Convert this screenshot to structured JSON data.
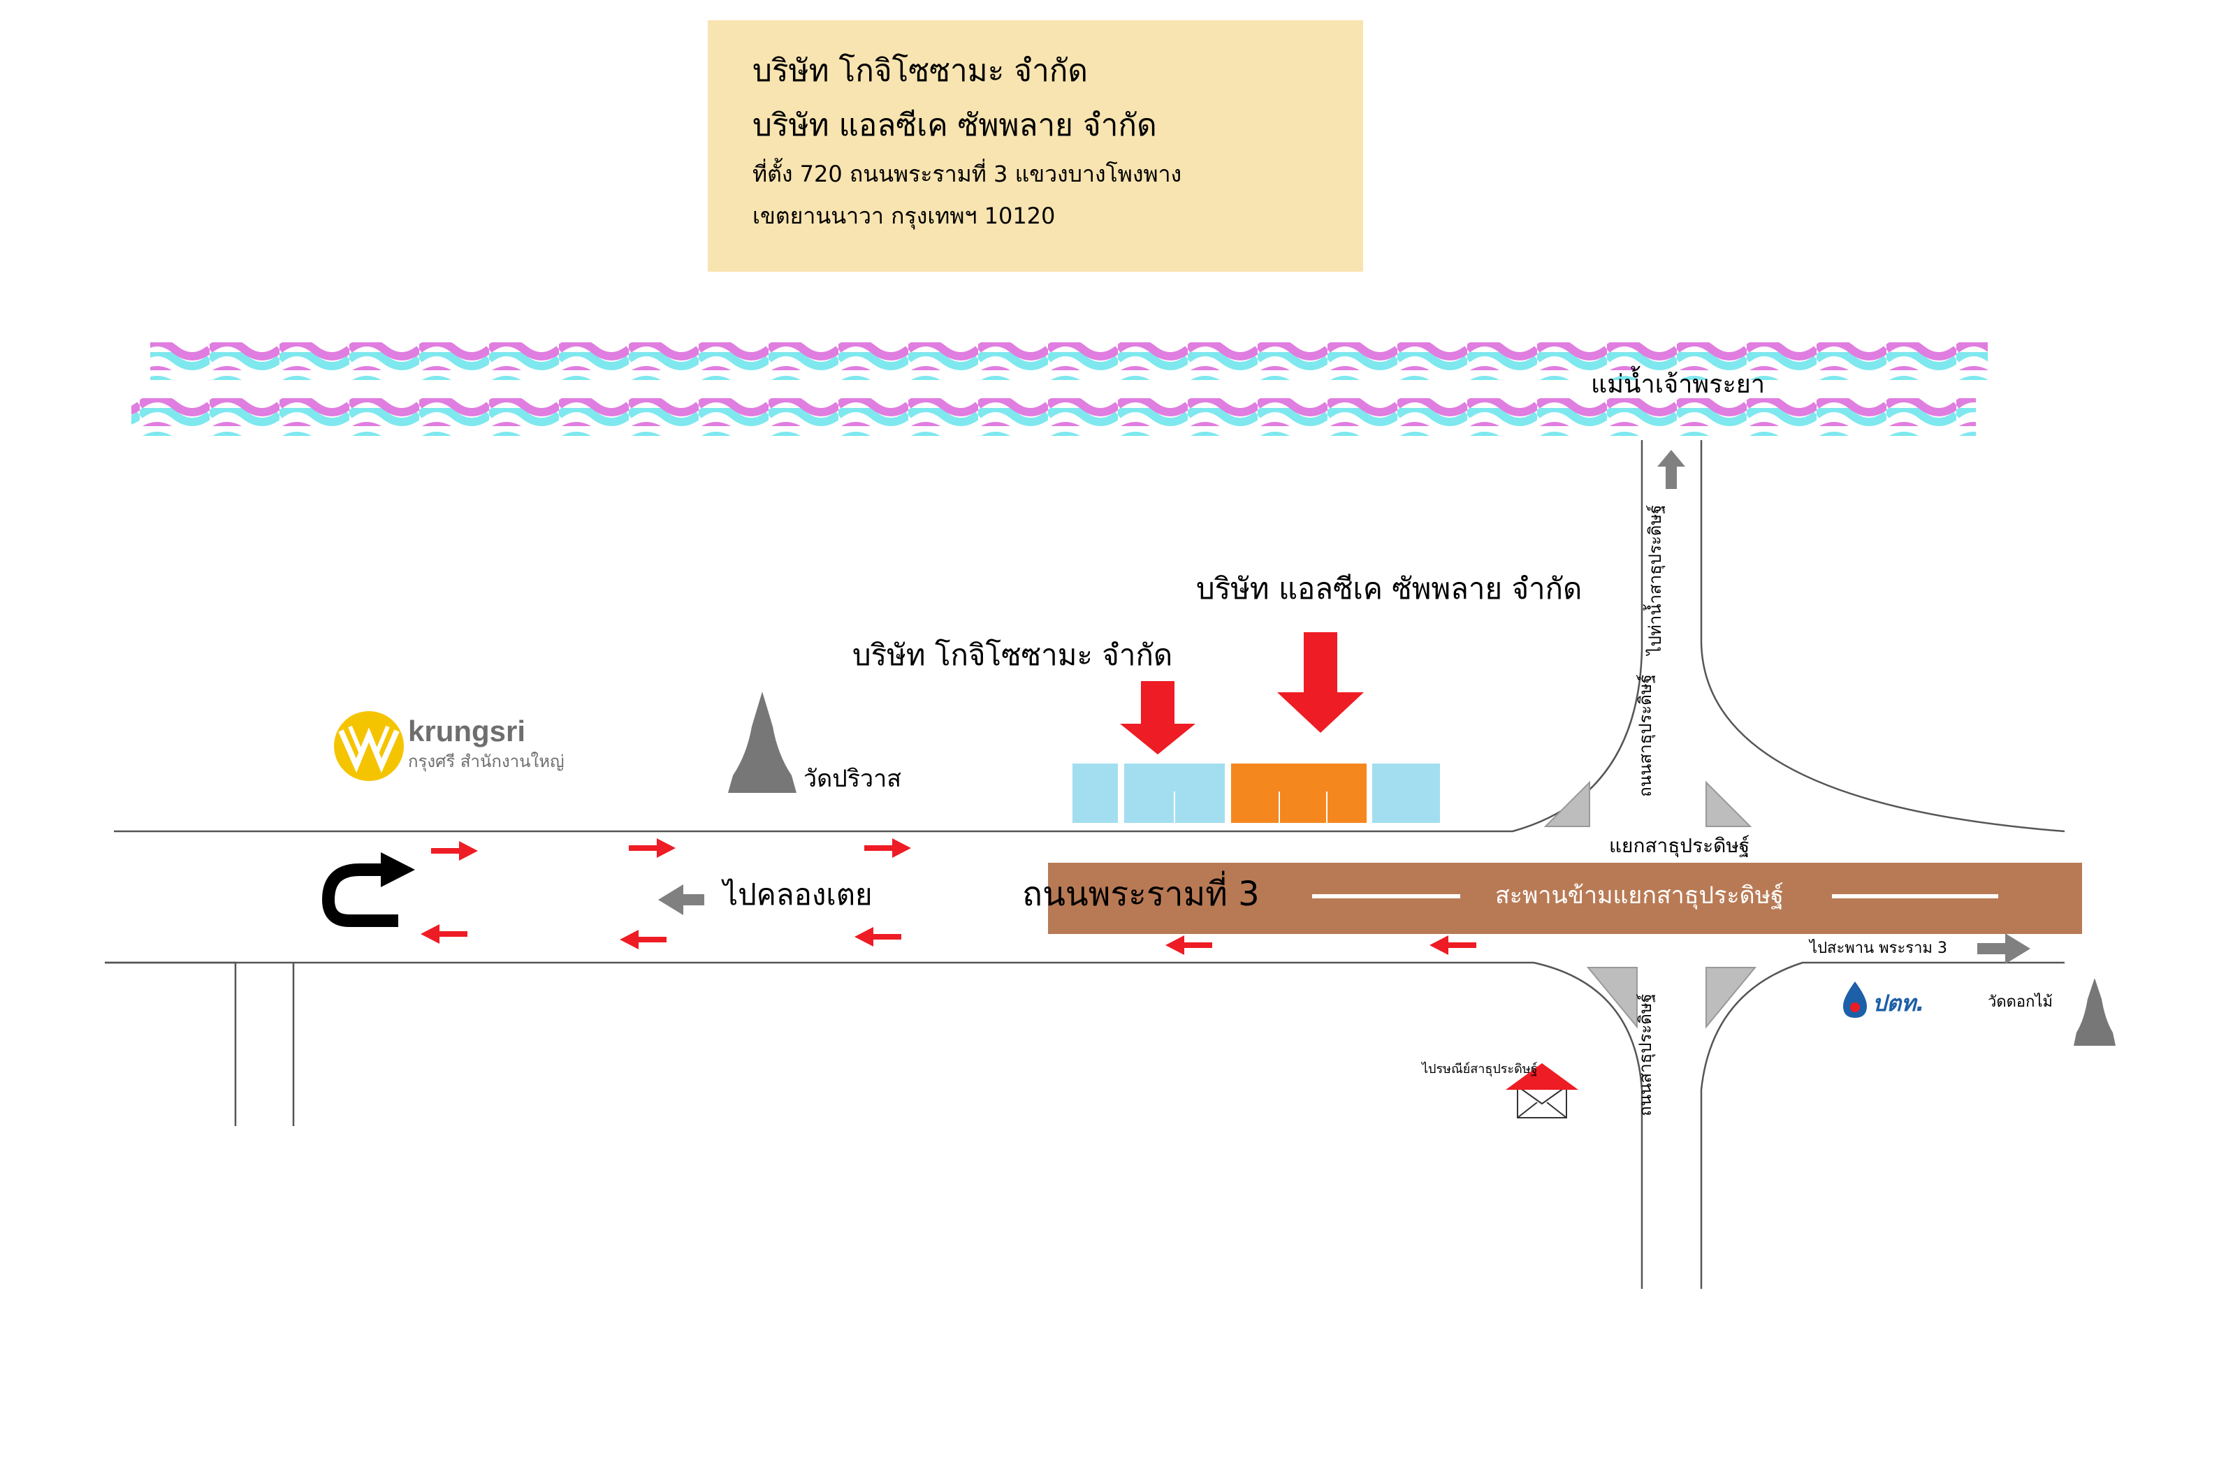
{
  "address": {
    "company1": "บริษัท โกจิโซซามะ จำกัด",
    "company2": "บริษัท แอลซีเค ซัพพลาย จำกัด",
    "line1": "ที่ตั้ง 720 ถนนพระรามที่ 3 แขวงบางโพงพาง",
    "line2": "เขตยานนาวา กรุงเทพฯ 10120"
  },
  "labels": {
    "river": "แม่น้ำเจ้าพระยา",
    "company_lck": "บริษัท แอลซีเค ซัพพลาย จำกัด",
    "company_goji": "บริษัท โกจิโซซามะ จำกัด",
    "bank_name": "krungsri",
    "bank_sub": "กรุงศรี สำนักงานใหญ่",
    "temple_pariwat": "วัดปริวาส",
    "to_khlong_toei": "ไปคลองเตย",
    "rama3_road": "ถนนพระรามที่ 3",
    "bridge": "สะพานข้ามแยกสาธุประดิษฐ์",
    "junction": "แยกสาธุประดิษฐ์",
    "to_rama3_bridge": "ไปสะพาน พระราม 3",
    "temple_dokmai": "วัดดอกไม้",
    "post_office": "ไปรษณีย์สาธุประดิษฐ์",
    "sathu_road_upper": "ถนนสาธุประดิษฐ์",
    "to_pier": "ไปท่าน้ำสาธุประดิษฐ์",
    "sathu_road_lower": "ถนนสาธุประดิษฐ์",
    "gas_station": "ปตท."
  },
  "colors": {
    "address_box": "#f8e4b0",
    "river_pink": "#e07de0",
    "river_cyan": "#7ee8ee",
    "bridge": "#b87a55",
    "building_blue": "#a2def0",
    "building_orange": "#f5871f",
    "arrow_red": "#ee1c24",
    "arrow_gray": "#808080",
    "bank_yellow": "#f5c400",
    "bank_gray": "#6e6e6e",
    "ptt_blue": "#1d5fa8"
  },
  "icons": [
    "u-turn-icon",
    "pagoda-icon",
    "post-office-icon",
    "krungsri-logo",
    "ptt-logo",
    "arrow-icon"
  ]
}
